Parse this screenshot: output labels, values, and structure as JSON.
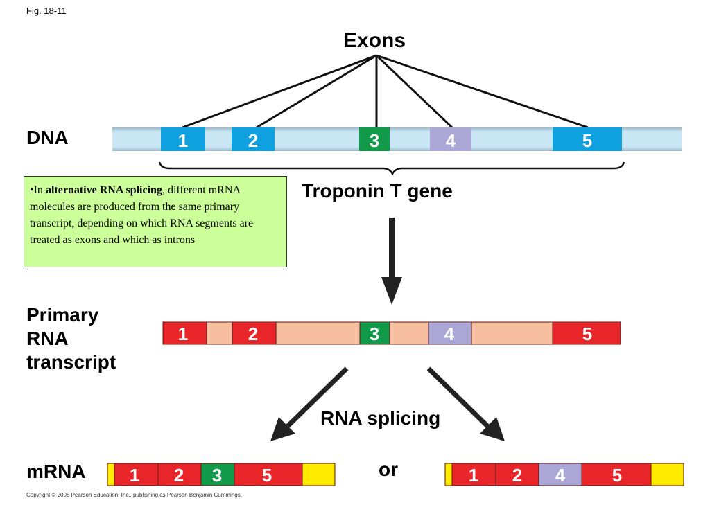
{
  "fig_label": "Fig. 18-11",
  "exons_title": "Exons",
  "dna_label": "DNA",
  "gene_label": "Troponin T gene",
  "primary_label_lines": [
    "Primary",
    "RNA",
    "transcript"
  ],
  "splicing_label": "RNA splicing",
  "or_label": "or",
  "mrna_label": "mRNA",
  "note": {
    "bullet_prefix": "•In ",
    "term": "alternative RNA splicing",
    "rest": ", different mRNA molecules are produced from the same primary transcript, depending on which RNA segments are treated as exons and which as introns"
  },
  "copyright": "Copyright © 2008 Pearson Education, Inc., publishing as Pearson Benjamin Cummings.",
  "colors": {
    "dna_strand": "#c9e6f5",
    "exon_blue": "#0fa0e0",
    "exon_green": "#129a4b",
    "exon_purple": "#aaa6d6",
    "rna_red": "#e8262a",
    "rna_intron": "#f7bfa0",
    "utr_yellow": "#ffea00",
    "note_bg": "#ccff99"
  },
  "exon_numbers": {
    "dna": [
      "1",
      "2",
      "3",
      "4",
      "5"
    ],
    "primary": [
      "1",
      "2",
      "3",
      "4",
      "5"
    ],
    "mrna_a": [
      "1",
      "2",
      "3",
      "5"
    ],
    "mrna_b": [
      "1",
      "2",
      "4",
      "5"
    ]
  }
}
